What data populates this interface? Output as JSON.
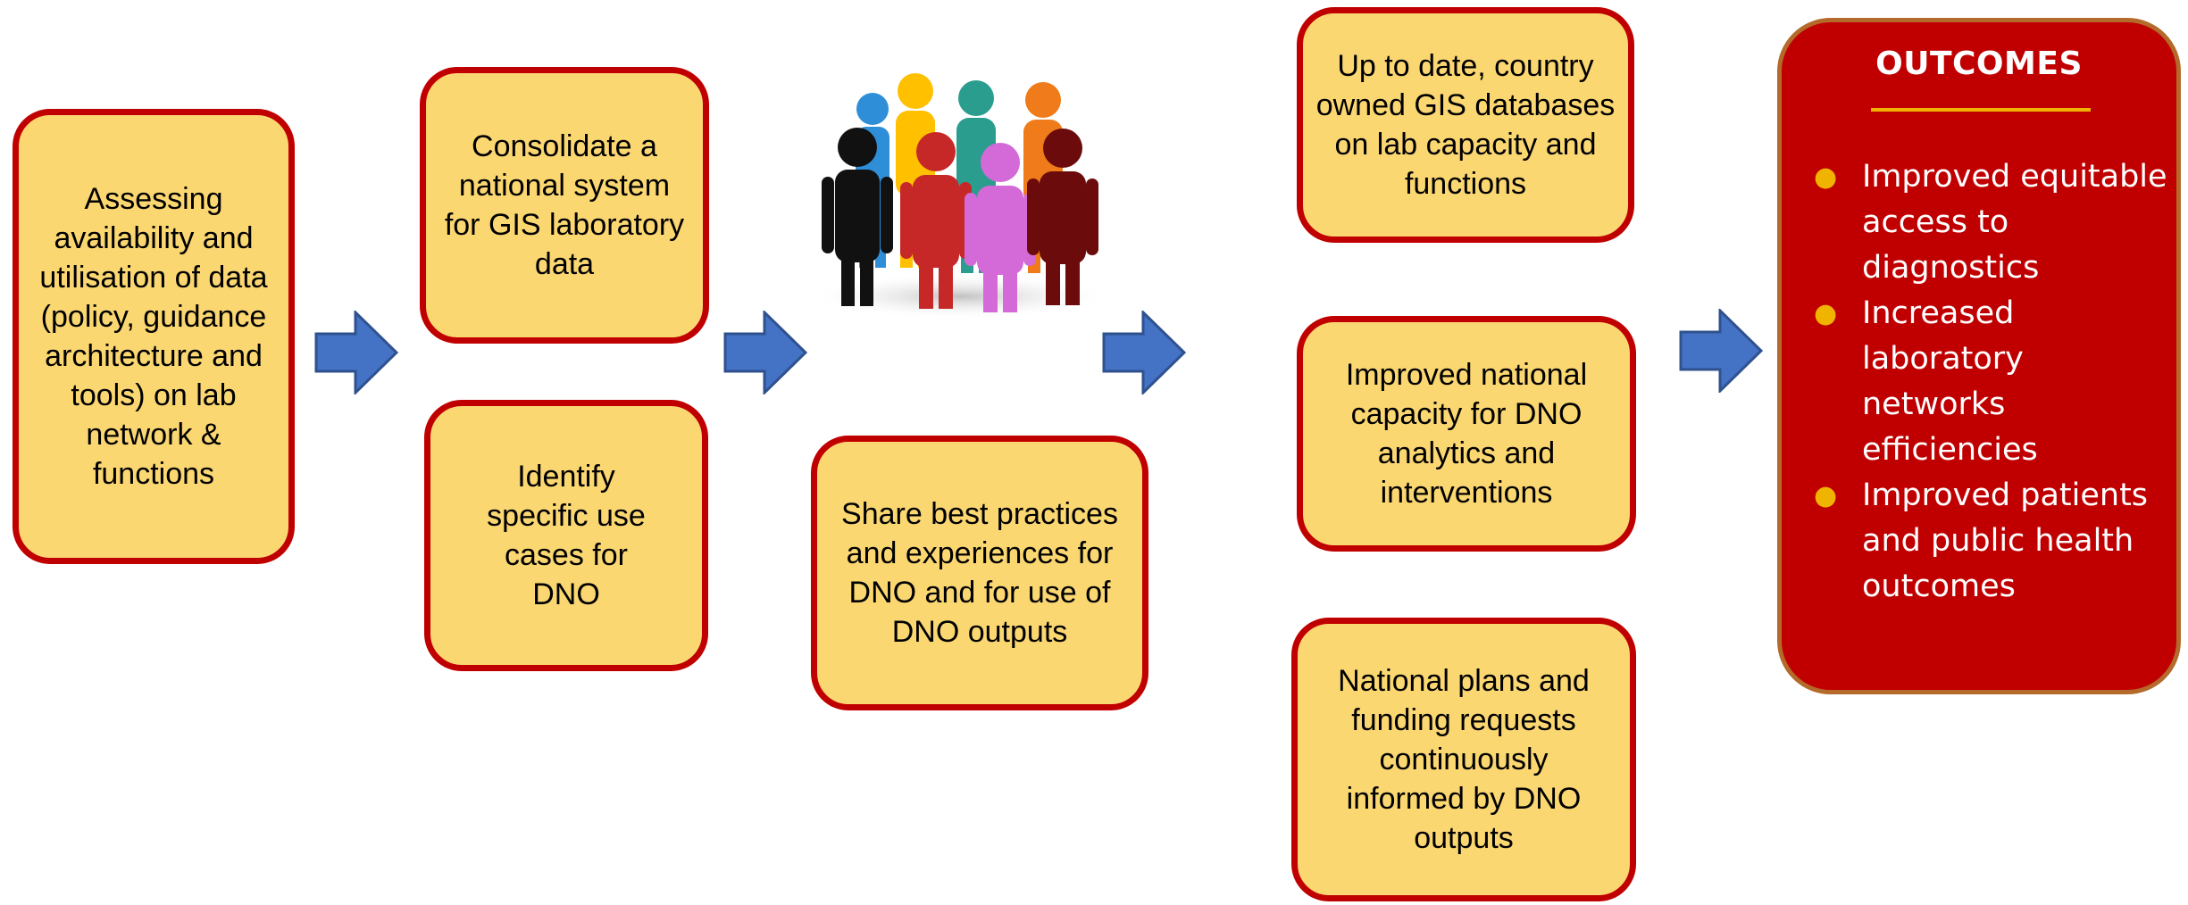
{
  "boxes": {
    "assess": "Assessing availability and utilisation of data (policy, guidance architecture and  tools) on lab network & functions",
    "consolidate": "Consolidate a national system for GIS laboratory data",
    "identify": "Identify specific use cases for DNO",
    "share": "Share best practices and experiences for DNO and for use of DNO outputs",
    "gis_db": "Up to date, country owned GIS databases on lab capacity and functions",
    "capacity": "Improved national capacity for DNO analytics and interventions",
    "plans": "National  plans and funding requests continuously informed by DNO outputs"
  },
  "outcomes": {
    "title": "OUTCOMES",
    "items": [
      "Improved equitable access to diagnostics",
      "Increased laboratory networks efficiencies",
      "Improved patients and public health outcomes"
    ]
  },
  "colors": {
    "box_fill": "#fbd772",
    "box_border": "#c00000",
    "arrow": "#4472c4",
    "outcomes_fill": "#c00000",
    "bullet": "#f0b400"
  },
  "icons": {
    "people_group": "people-group-icon",
    "arrow": "right-arrow-icon"
  }
}
